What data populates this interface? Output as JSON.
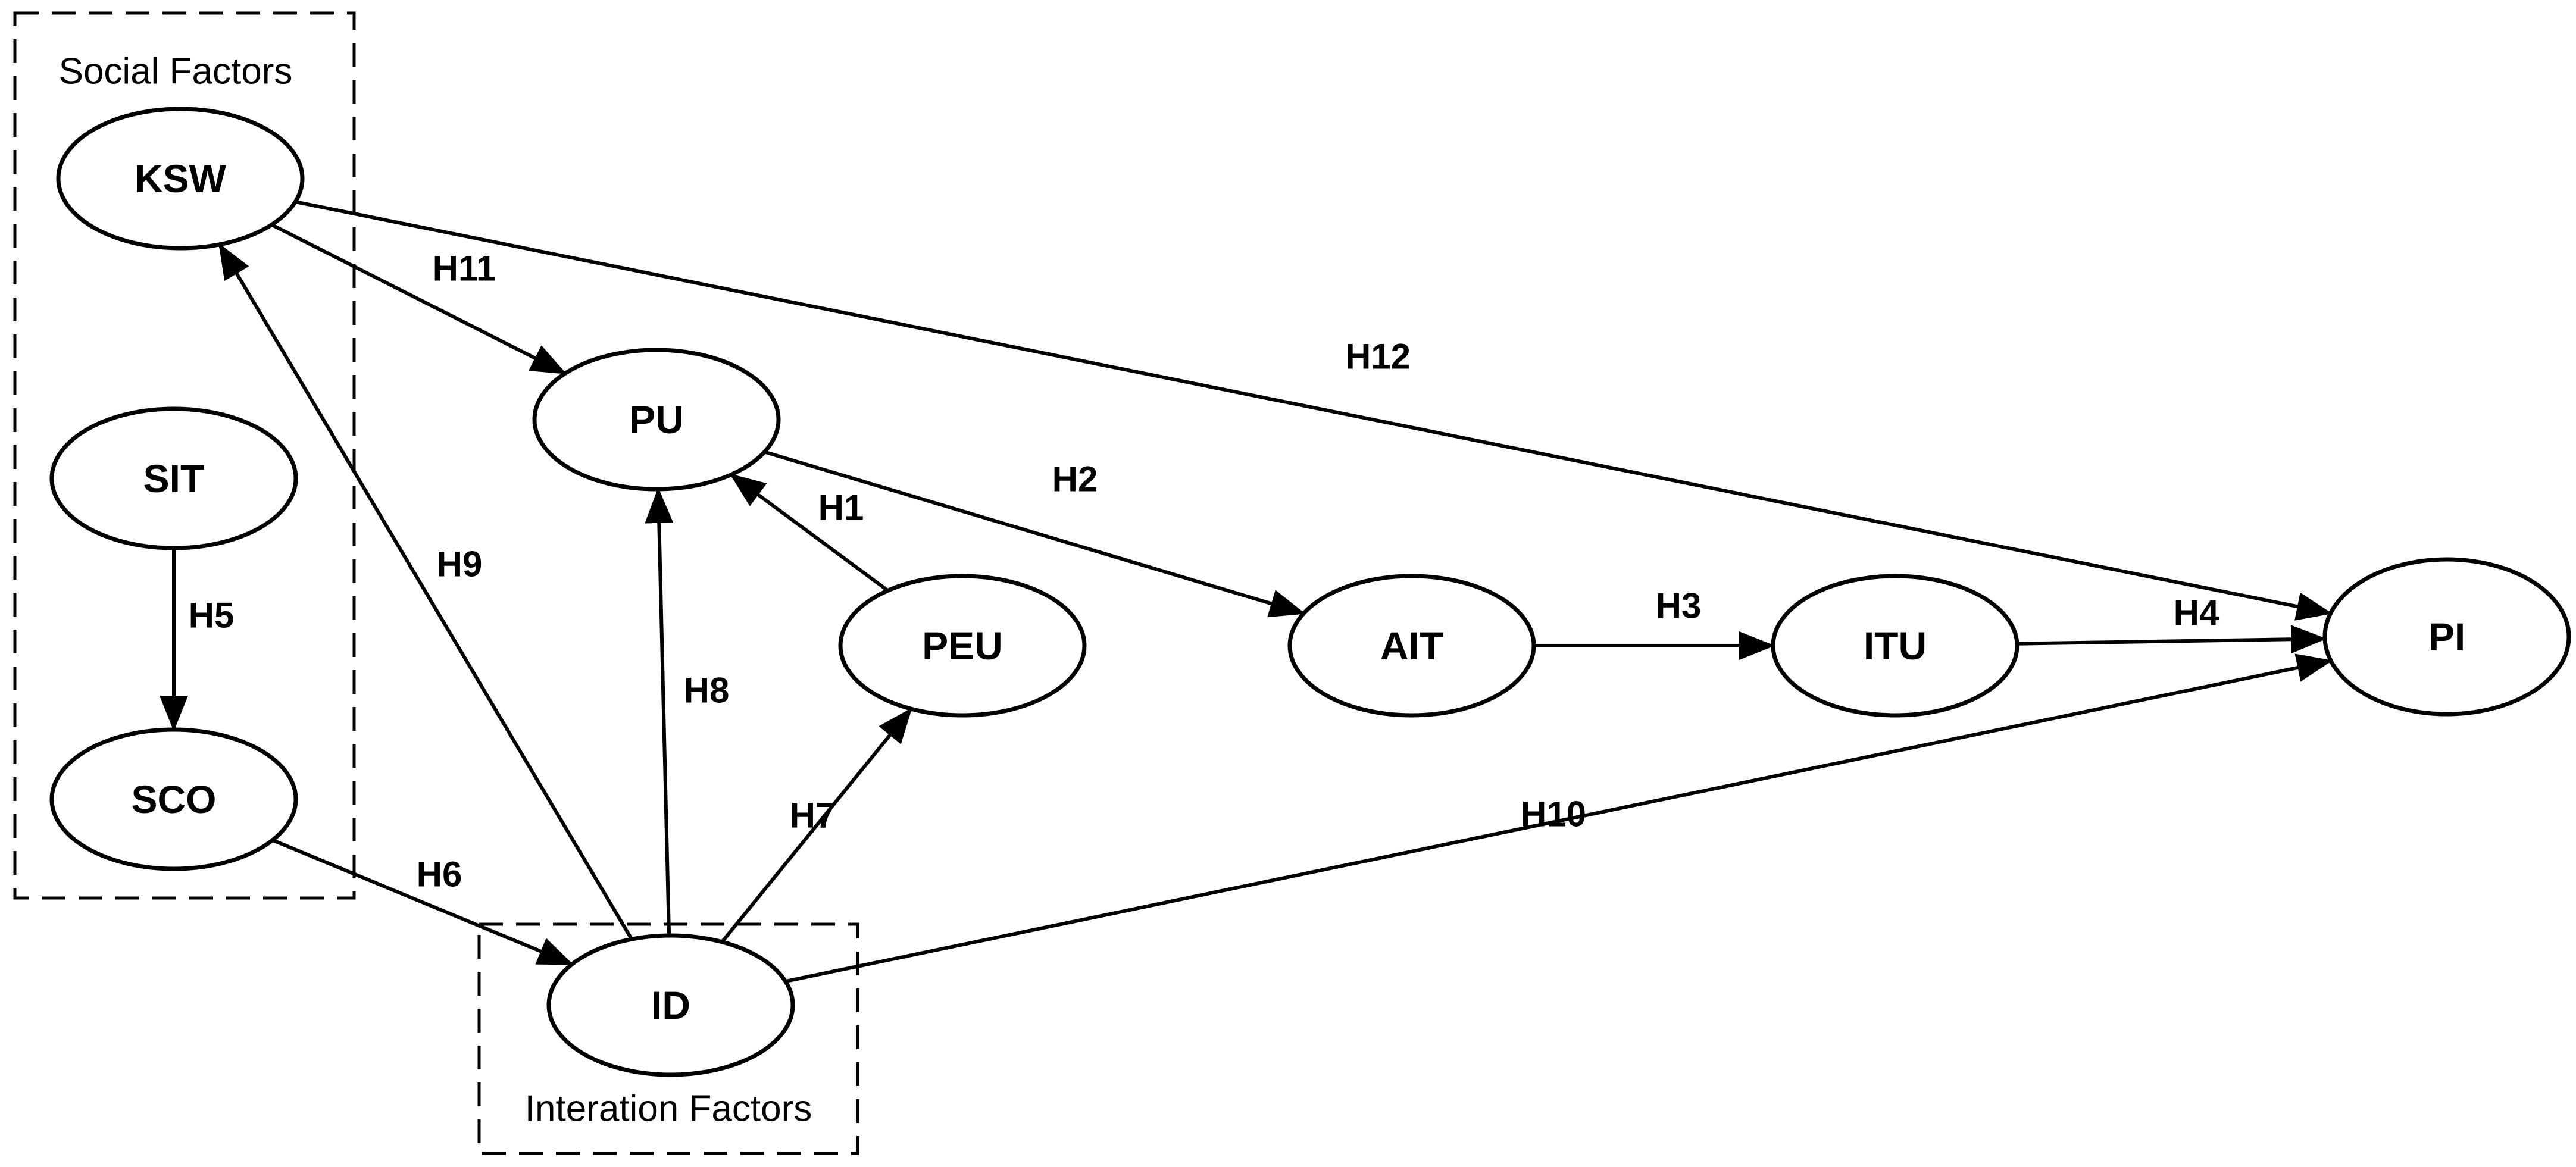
{
  "diagram": {
    "groups": [
      {
        "id": "social",
        "label": "Social Factors"
      },
      {
        "id": "interaction",
        "label": "Interation Factors"
      }
    ],
    "nodes": [
      {
        "id": "KSW",
        "label": "KSW"
      },
      {
        "id": "SIT",
        "label": "SIT"
      },
      {
        "id": "SCO",
        "label": "SCO"
      },
      {
        "id": "PU",
        "label": "PU"
      },
      {
        "id": "PEU",
        "label": "PEU"
      },
      {
        "id": "ID",
        "label": "ID"
      },
      {
        "id": "AIT",
        "label": "AIT"
      },
      {
        "id": "ITU",
        "label": "ITU"
      },
      {
        "id": "PI",
        "label": "PI"
      }
    ],
    "edges": [
      {
        "id": "H1",
        "label": "H1",
        "from": "PEU",
        "to": "PU"
      },
      {
        "id": "H2",
        "label": "H2",
        "from": "PU",
        "to": "AIT"
      },
      {
        "id": "H3",
        "label": "H3",
        "from": "AIT",
        "to": "ITU"
      },
      {
        "id": "H4",
        "label": "H4",
        "from": "ITU",
        "to": "PI"
      },
      {
        "id": "H5",
        "label": "H5",
        "from": "SIT",
        "to": "SCO"
      },
      {
        "id": "H6",
        "label": "H6",
        "from": "SCO",
        "to": "ID"
      },
      {
        "id": "H7",
        "label": "H7",
        "from": "ID",
        "to": "PEU"
      },
      {
        "id": "H8",
        "label": "H8",
        "from": "ID",
        "to": "PU"
      },
      {
        "id": "H9",
        "label": "H9",
        "from": "ID",
        "to": "KSW"
      },
      {
        "id": "H10",
        "label": "H10",
        "from": "ID",
        "to": "PI"
      },
      {
        "id": "H11",
        "label": "H11",
        "from": "KSW",
        "to": "PU"
      },
      {
        "id": "H12",
        "label": "H12",
        "from": "KSW",
        "to": "PI"
      }
    ]
  }
}
